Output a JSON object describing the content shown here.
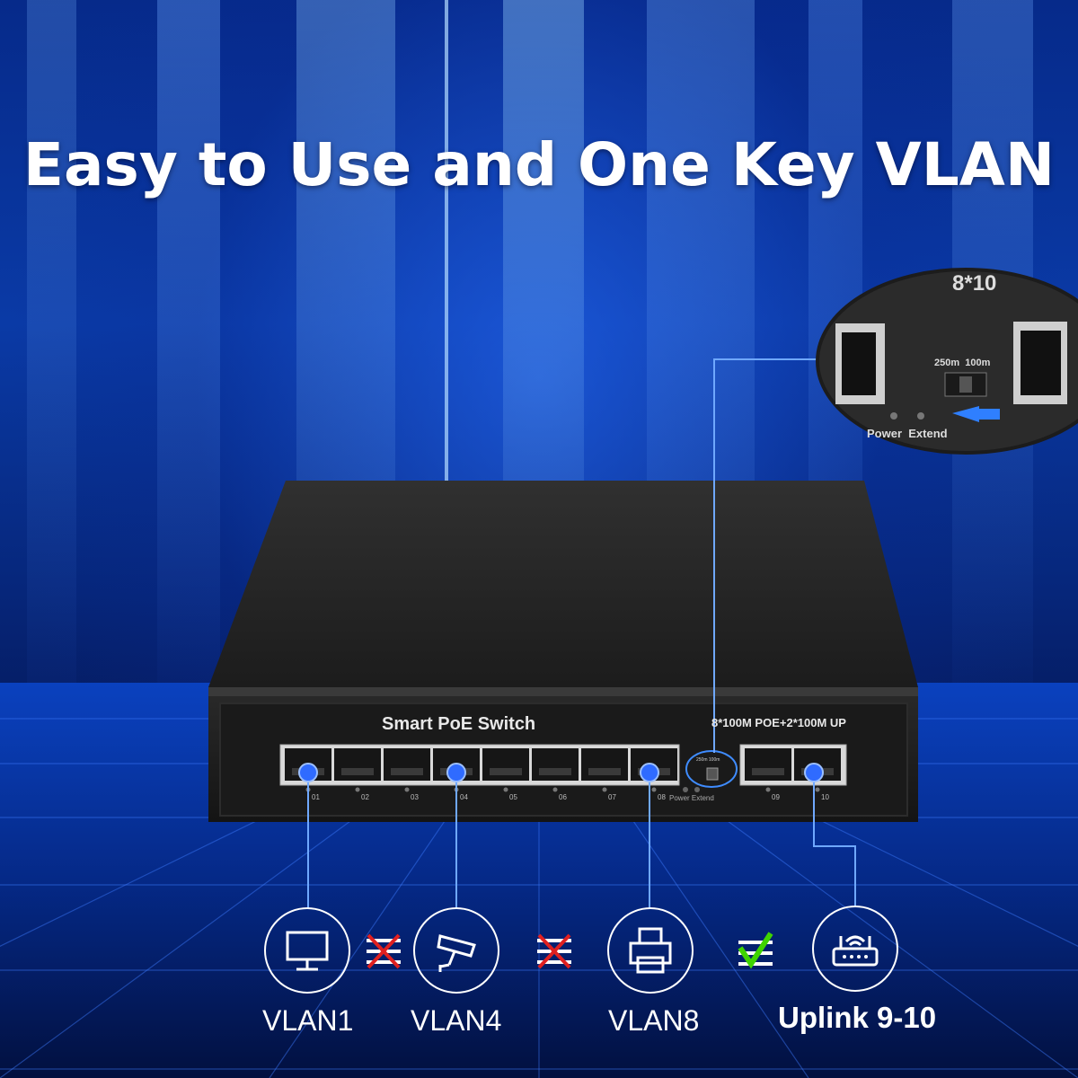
{
  "headline": "Easy to Use and One Key VLAN",
  "switch": {
    "brand_label": "Smart PoE Switch",
    "spec_label": "8*100M POE+2*100M UP",
    "port_numbers": [
      "01",
      "02",
      "03",
      "04",
      "05",
      "06",
      "07",
      "08",
      "09",
      "10"
    ],
    "led_label": "Power Extend",
    "dip_label": "250m 100m"
  },
  "zoom_inset": {
    "top_text": "8*10",
    "dip_label": "250m  100m",
    "led_label": "Power  Extend"
  },
  "vlans": [
    {
      "label": "VLAN1",
      "icon": "monitor-icon"
    },
    {
      "label": "VLAN4",
      "icon": "cctv-camera-icon"
    },
    {
      "label": "VLAN8",
      "icon": "printer-icon"
    },
    {
      "label": "Uplink 9-10",
      "icon": "router-icon"
    }
  ],
  "colors": {
    "accent_blue": "#2f6bff",
    "blocked_red": "#e02020",
    "allowed_green": "#3fd400"
  }
}
